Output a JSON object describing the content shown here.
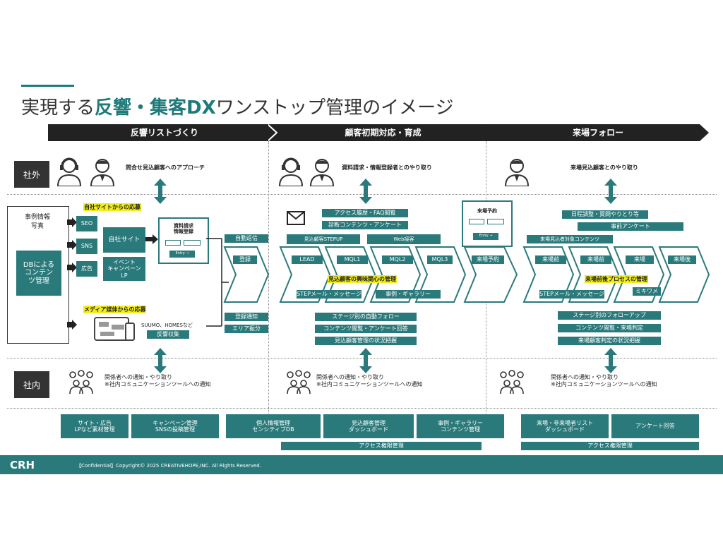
{
  "title": {
    "pre": "実現する",
    "hl1": "反響",
    "dot": "・",
    "hl2": "集客DX",
    "post": "ワンストップ管理のイメージ"
  },
  "phases": [
    "反響リストづくり",
    "顧客初期対応・育成",
    "来場フォロー"
  ],
  "side_labels": {
    "outside": "社外",
    "inside": "社内"
  },
  "external": {
    "p1": "問合せ見込顧客へのアプローチ",
    "p2": "資料請求・情報登録者とのやり取り",
    "p3": "来場見込顧客とのやり取り"
  },
  "internal": {
    "line1": "関係者への通知・やり取り",
    "line2": "※社内コミュニケーションツールへの通知"
  },
  "left_panel": {
    "case_info": "事例情報\n写真",
    "db_content": "DBによる\nコンテン\nツ管理",
    "own_site_label": "自社サイトからの応募",
    "seo": "SEO",
    "sns": "SNS",
    "ad": "広告",
    "own_site": "自社サイト",
    "campaign": "イベント\nキャンペーン\nLP",
    "form_title": "資料請求\n情報登録",
    "entry": "Entry →",
    "media_label": "メディア媒体からの応募",
    "suumo": "SUUMO、HOMESなど",
    "collect": "反響収集"
  },
  "flow": {
    "auto_send": "自動返信",
    "register": "登録",
    "reg_notice": "登録通知",
    "area": "エリア振分",
    "access": "アクセス履歴・FAQ閲覧",
    "diagnosis": "診断コンテンツ・アンケート",
    "stepup": "見込顧客STEPUP",
    "web": "Web接客",
    "stages": [
      "LEAD",
      "MQL1",
      "MQL2",
      "MQL3"
    ],
    "interest": "見込顧客の興味関心の管理",
    "step_mail": "STEPメール・メッセージ",
    "case_gallery": "事例・ギャラリー",
    "auto_follow": "ステージ別の自動フォロー",
    "content_view": "コンテンツ閲覧・アンケート回答",
    "status": "見込顧客管理の状況把握",
    "reserve_title": "来場予約",
    "reserve_btn": "来場予約",
    "schedule": "日程調整・質問やりとり等",
    "pre_survey": "事前アンケート",
    "visit_content": "来場見込者対象コンテンツ",
    "visit_stages": [
      "来場前",
      "来場前",
      "来場",
      "来場後"
    ],
    "visit_process": "来場前後プロセスの管理",
    "step_mail2": "STEPメール・メッセージ",
    "mikiwame": "ミキワメ",
    "stage_follow": "ステージ別のフォローアップ",
    "visit_judge": "コンテンツ閲覧・来場判定",
    "visit_status": "来場顧客判定の状況把握"
  },
  "bottom_boxes": [
    "サイト・広告\nLPなど素材管理",
    "キャンペーン管理\nSNSの投稿管理",
    "個人情報管理\nセンシティブDB",
    "見込顧客管理\nダッシュボード",
    "事例・ギャラリー\nコンテンツ管理",
    "来場・非来場者リスト\nダッシュボード",
    "アンケート回答"
  ],
  "access_mgmt": "アクセス権限管理",
  "footer": {
    "logo": "CRH",
    "copyright": "【Confidential】Copyright© 2025 CREATIVEHOPE,INC. All Rights Reserved."
  },
  "colors": {
    "teal": "#2b7a7b",
    "dark": "#222222",
    "yellow": "#f2ee1e"
  }
}
